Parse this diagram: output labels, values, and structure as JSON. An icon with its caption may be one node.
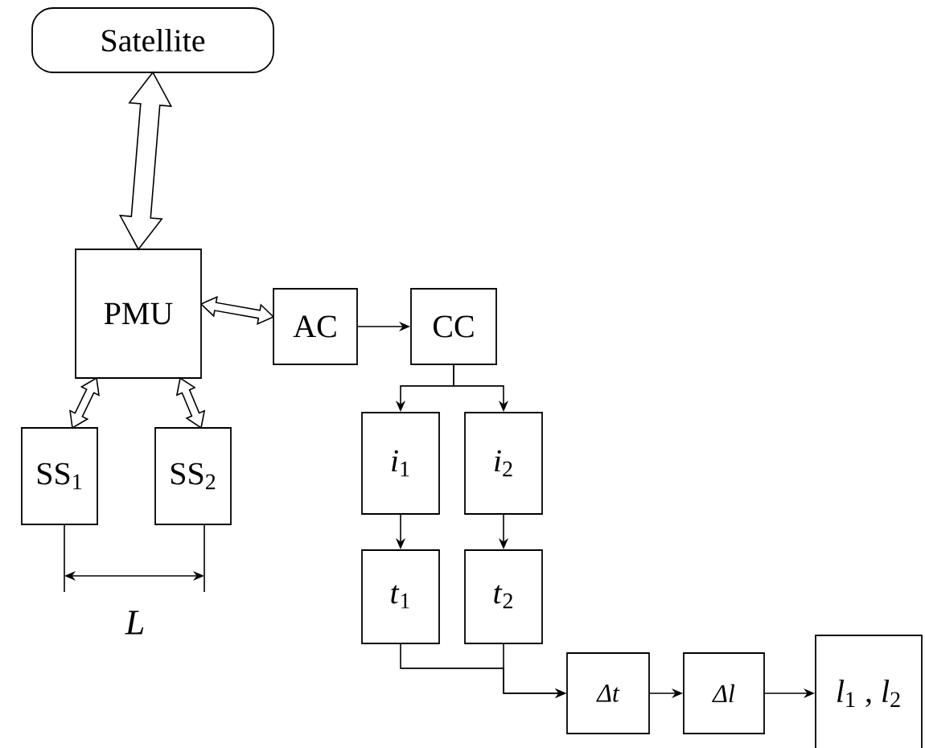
{
  "diagram": {
    "nodes": [
      {
        "text": [
          "Satellite"
        ]
      },
      {
        "text": [
          "PMU"
        ]
      },
      {
        "text": [
          "AC"
        ]
      },
      {
        "text": [
          "CC"
        ]
      },
      {
        "text": [
          "SS$_{1}$"
        ]
      },
      {
        "text": [
          "SS$_{2}$"
        ]
      },
      {
        "text": [
          "*i*$_{1}$"
        ]
      },
      {
        "text": [
          "*i*$_{2}$"
        ]
      },
      {
        "text": [
          "*t*$_{1}$"
        ]
      },
      {
        "text": [
          "*t*$_{2}$"
        ]
      },
      {
        "text": [
          "Δt"
        ]
      },
      {
        "text": [
          "Δl"
        ]
      },
      {
        "text": [
          "*l*$_{1}$ , *l*$_{2}$"
        ]
      }
    ],
    "edges": [
      {
        "from": 0,
        "to": 1,
        "arrow": "both",
        "style": "thick"
      },
      {
        "from": 1,
        "to": 2,
        "arrow": "both",
        "style": "thick"
      },
      {
        "from": 1,
        "to": 4,
        "arrow": "both",
        "style": "thick"
      },
      {
        "from": 1,
        "to": 5,
        "arrow": "both",
        "style": "thick"
      },
      {
        "from": 2,
        "to": 3,
        "arrow": "to"
      },
      {
        "from": 3,
        "to": 6,
        "arrow": "to"
      },
      {
        "from": 3,
        "to": 7,
        "arrow": "to"
      },
      {
        "from": 6,
        "to": 8,
        "arrow": "to"
      },
      {
        "from": 7,
        "to": 9,
        "arrow": "to"
      },
      {
        "from": 8,
        "to": 10,
        "arrow": "to"
      },
      {
        "from": 9,
        "to": 10,
        "arrow": "to"
      },
      {
        "from": 10,
        "to": 11,
        "arrow": "to"
      },
      {
        "from": 11,
        "to": 12,
        "arrow": "to"
      }
    ],
    "labels": [
      "L"
    ]
  }
}
